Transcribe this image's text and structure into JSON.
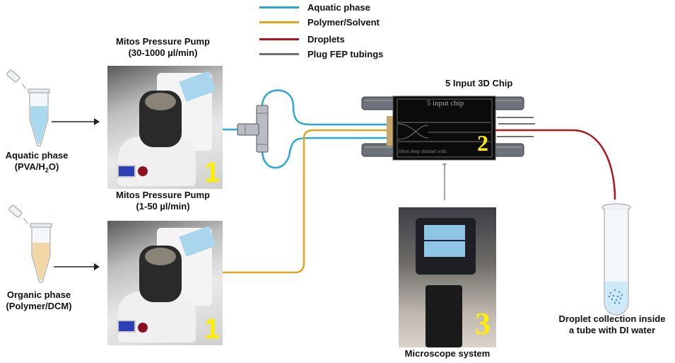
{
  "legend": [
    {
      "label": "Aquatic phase",
      "color": "#2aa7d6"
    },
    {
      "label": "Polymer/Solvent",
      "color": "#e3a51d"
    },
    {
      "label": "Droplets",
      "color": "#b0141c"
    },
    {
      "label": "Plug FEP tubings",
      "color": "#707070"
    }
  ],
  "inputs": {
    "aquatic": {
      "line1": "Aquatic phase",
      "line2_pre": "(PVA/H",
      "line2_sub": "2",
      "line2_post": "O)",
      "liquid_color": "#a9d8ef"
    },
    "organic": {
      "line1": "Organic phase",
      "line2": "(Polymer/DCM)",
      "liquid_color": "#f2d7a6"
    }
  },
  "pumps": [
    {
      "title": "Mitos Pressure Pump",
      "range": "(30-1000 µl/min)",
      "number": "1",
      "brand": "mitos"
    },
    {
      "title": "Mitos Pressure Pump",
      "range": "(1-50 µl/min)",
      "number": "1",
      "brand": "mitos"
    }
  ],
  "chip": {
    "title": "5 Input 3D Chip",
    "inner_label": "5 input chip",
    "footer_text": "50um deep channel with",
    "number": "2"
  },
  "microscope": {
    "label": "Microscope system",
    "number": "3"
  },
  "collection": {
    "line1": "Droplet collection inside",
    "line2": "a tube with DI water"
  },
  "colors": {
    "aquatic": "#2aa7d6",
    "polymer": "#e3a51d",
    "droplets": "#b0141c",
    "fep": "#707070",
    "badge": "#ffee00"
  }
}
